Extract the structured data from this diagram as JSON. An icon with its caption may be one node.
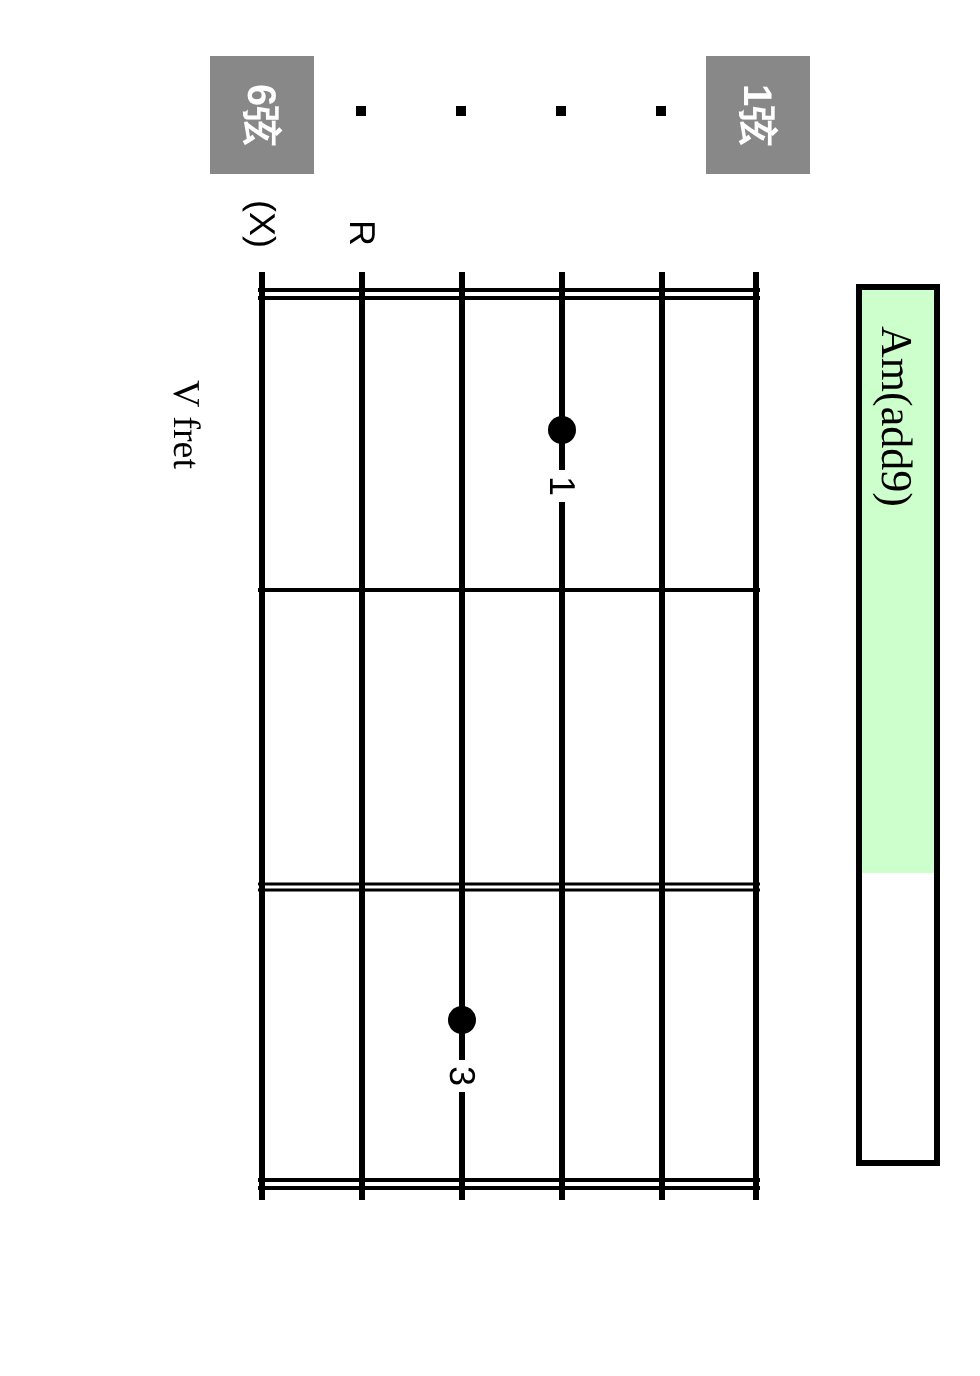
{
  "diagram": {
    "nodes": [
      {
        "text": [
          "Am(add9)"
        ]
      },
      {
        "text": [
          "1弦"
        ]
      },
      {
        "text": [
          "6弦"
        ]
      },
      {
        "text": [],
        "shape": "circle",
        "beside": [
          "1"
        ]
      },
      {
        "text": [],
        "shape": "circle",
        "beside": [
          "3"
        ]
      }
    ],
    "labels": [
      "(X)",
      "R",
      "V fret"
    ]
  }
}
